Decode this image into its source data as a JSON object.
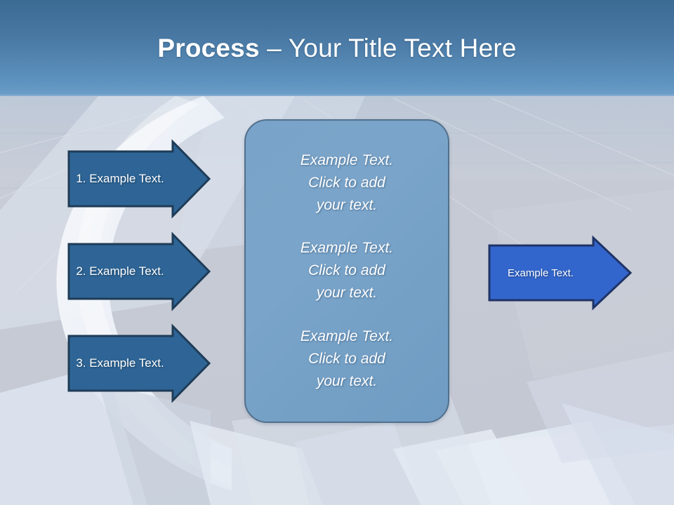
{
  "slide": {
    "title_strong": "Process ",
    "title_rest": "– Your Title Text Here",
    "background_base_color": "#c9ccd6",
    "header_top_color": "#3b6b93",
    "header_bottom_color": "#6b9ec8"
  },
  "steps": [
    {
      "label": "1. Example Text.",
      "fill_color": "#2e6596",
      "border_color": "#1f3c57"
    },
    {
      "label": "2. Example Text.",
      "fill_color": "#2e6596",
      "border_color": "#1f3c57"
    },
    {
      "label": "3. Example Text.",
      "fill_color": "#2e6596",
      "border_color": "#1f3c57"
    }
  ],
  "center_panel": {
    "fill_color": "#79a3c8",
    "border_color": "#51708c",
    "blocks": [
      "Example Text.\nClick  to add\nyour text.",
      "Example Text.\nClick  to add\nyour text.",
      "Example Text.\nClick  to add\nyour text."
    ]
  },
  "result": {
    "label": "Example Text.",
    "fill_color": "#3366cc",
    "border_color": "#1f3366"
  }
}
